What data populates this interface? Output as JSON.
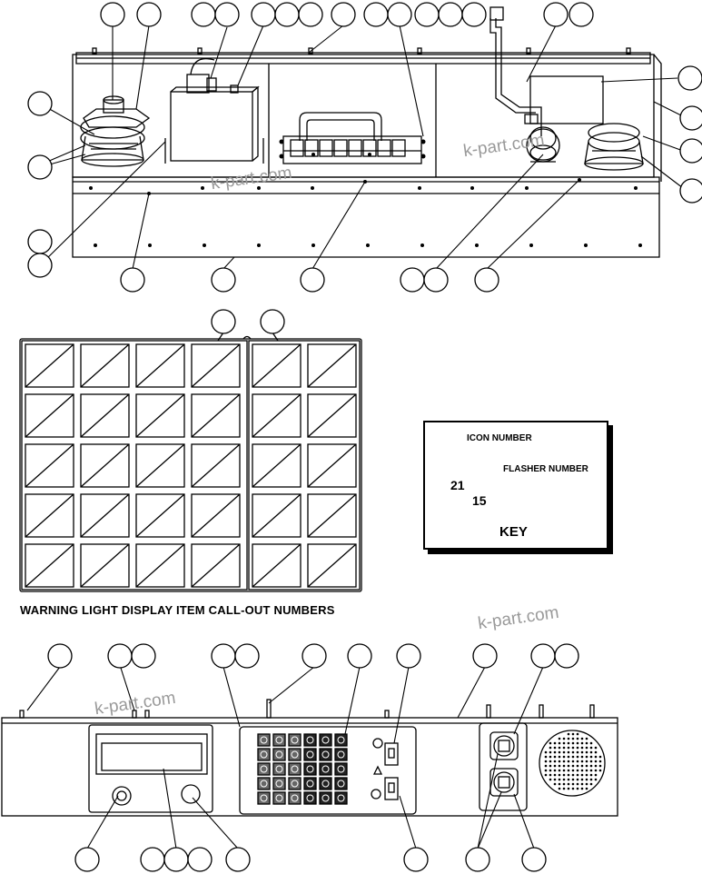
{
  "watermarks": [
    "k-part.com",
    "k-part.com",
    "k-part.com",
    "k-part.com"
  ],
  "warning_display": {
    "caption": "WARNING LIGHT DISPLAY ITEM CALL-OUT NUMBERS",
    "left_grid": {
      "rows": 5,
      "cols": 4
    },
    "right_grid": {
      "rows": 5,
      "cols": 2
    }
  },
  "key": {
    "title": "KEY",
    "icon_number_label": "ICON NUMBER",
    "flasher_number_label": "FLASHER NUMBER",
    "sample_icon_number": "21",
    "sample_flasher_number": "15"
  }
}
